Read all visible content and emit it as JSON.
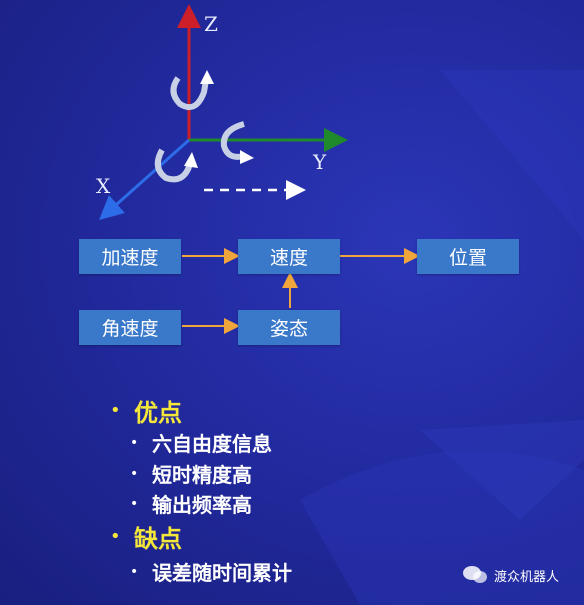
{
  "axes": {
    "z_label": "Z",
    "y_label": "Y",
    "x_label": "X"
  },
  "flow": {
    "acceleration": "加速度",
    "velocity": "速度",
    "position": "位置",
    "angular_velocity": "角速度",
    "attitude": "姿态"
  },
  "pros": {
    "title": "优点",
    "items": [
      "六自由度信息",
      "短时精度高",
      "输出频率高"
    ]
  },
  "cons": {
    "title": "缺点",
    "items": [
      "误差随时间累计"
    ]
  },
  "watermark": {
    "text": "渡众机器人"
  },
  "colors": {
    "z_axis": "#cc1f2a",
    "y_axis": "#1e8a2b",
    "x_axis": "#2d6ce8",
    "box": "#3a78c9",
    "arrow": "#f0a63a",
    "highlight": "#f5e63a"
  }
}
